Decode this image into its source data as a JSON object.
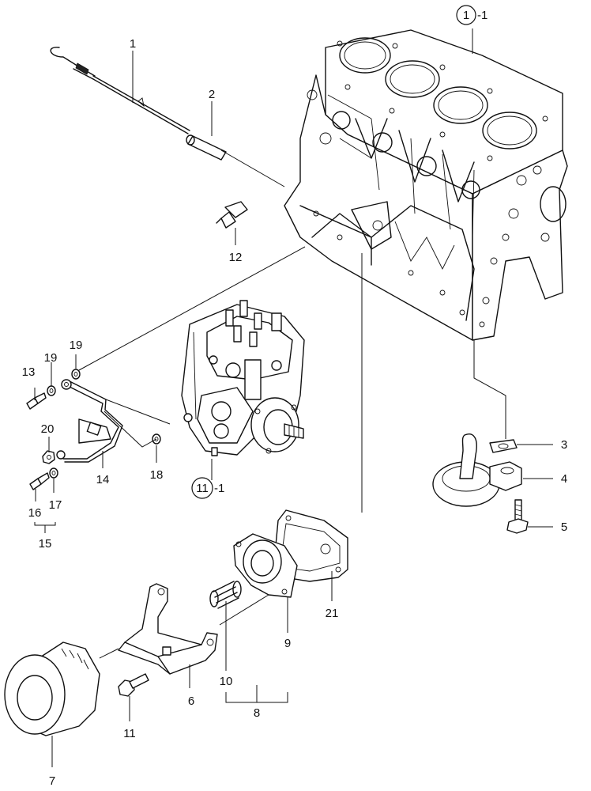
{
  "callouts": {
    "c1": "1",
    "c2": "2",
    "c3": "3",
    "c4": "4",
    "c5": "5",
    "c6": "6",
    "c7": "7",
    "c8": "8",
    "c9": "9",
    "c10": "10",
    "c11": "11",
    "c12": "12",
    "c13": "13",
    "c14": "14",
    "c15": "15",
    "c16": "16",
    "c17": "17",
    "c18": "18",
    "c19a": "19",
    "c19b": "19",
    "c20": "20",
    "c21": "21"
  },
  "refs": {
    "block_num": "1",
    "block_suffix": "-1",
    "pump_num": "11",
    "pump_suffix": "-1"
  }
}
